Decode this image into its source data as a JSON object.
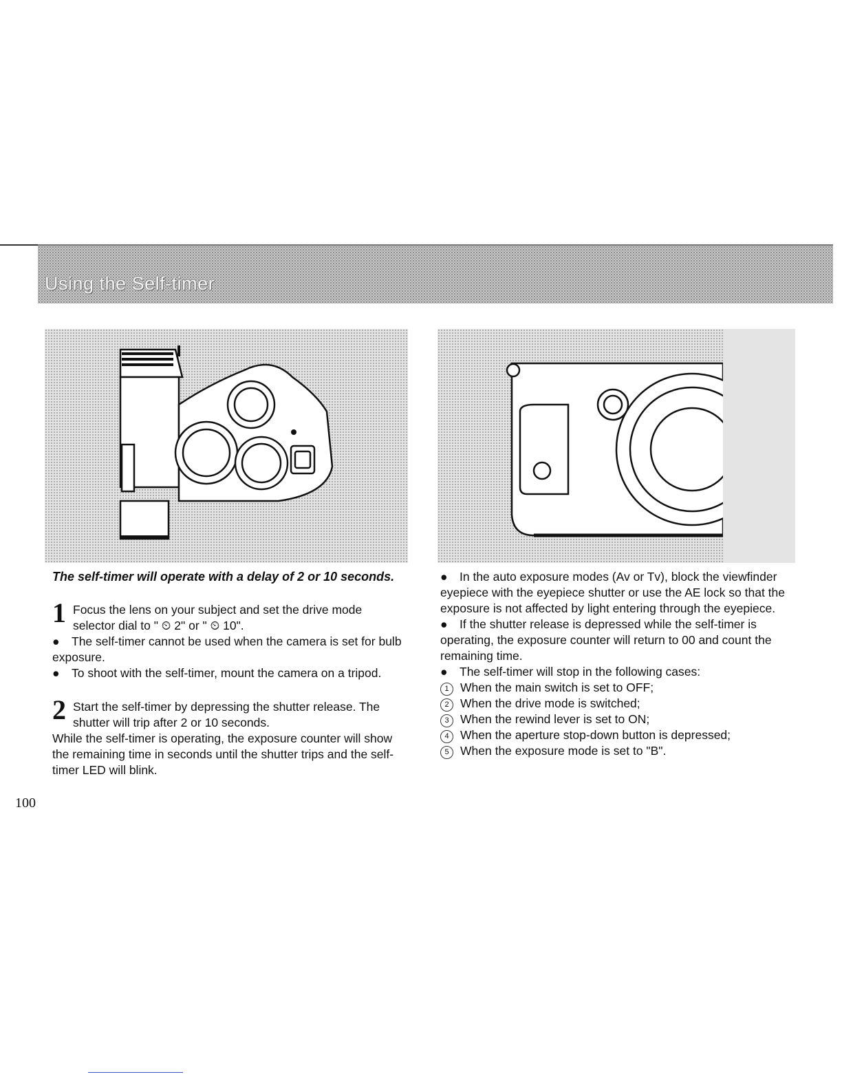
{
  "header": {
    "title": "Using the Self-timer"
  },
  "left": {
    "caption": "The self-timer will operate with a delay of 2 or 10 seconds.",
    "step1": {
      "number": "1",
      "text": "Focus the lens on your subject and set the drive mode selector dial to \" ⏲ 2\" or \" ⏲ 10\"."
    },
    "notes": [
      "The self-timer cannot be used when the camera is set for bulb exposure.",
      "To shoot with the self-timer, mount the camera on a tripod."
    ],
    "step2": {
      "number": "2",
      "text": "Start the self-timer by depressing the shutter release. The shutter will trip after 2 or 10 seconds.",
      "continuation": "While the self-timer is operating, the exposure counter will show the remaining time in seconds until the shutter trips and the self-timer LED will blink."
    }
  },
  "right": {
    "notes": [
      "In the auto exposure modes (Av or Tv), block the viewfinder eyepiece with the eyepiece shutter or use the AE lock so that the exposure is not affected by light entering through the eyepiece.",
      "If the shutter release is depressed while the self-timer is operating, the exposure counter will return to 00 and count the remaining time.",
      "The self-timer will stop in the following cases:"
    ],
    "cases": [
      {
        "marker": "1",
        "text": "When the main switch is set to OFF;"
      },
      {
        "marker": "2",
        "text": "When the drive mode is switched;"
      },
      {
        "marker": "3",
        "text": "When the rewind lever is set to ON;"
      },
      {
        "marker": "4",
        "text": "When the aperture stop-down button is depressed;"
      },
      {
        "marker": "5",
        "text": "When the exposure mode is set to \"B\"."
      }
    ]
  },
  "page_number": "100",
  "colors": {
    "header_band": "#c9c9c9",
    "header_text": "#f4f4f4",
    "link_rule": "#3a55c0"
  }
}
